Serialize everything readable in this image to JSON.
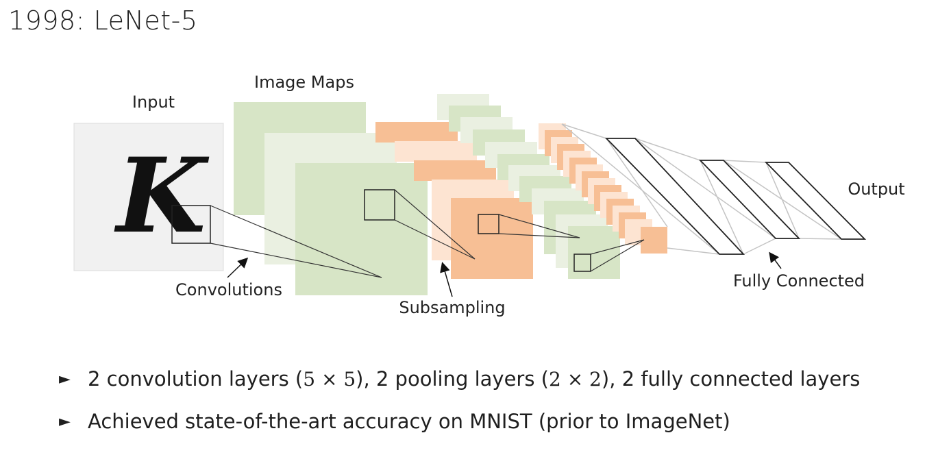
{
  "title": "1998: LeNet-5",
  "diagram": {
    "labels": {
      "input": "Input",
      "image_maps": "Image Maps",
      "output": "Output",
      "convolutions": "Convolutions",
      "subsampling": "Subsampling",
      "fully_connected": "Fully Connected"
    },
    "input_glyph": "K",
    "colors": {
      "input_bg": "#f1f1f1",
      "green_dark": "#d7e5c6",
      "green_light": "#eaf0e1",
      "orange_dark": "#f7bf95",
      "orange_light": "#fde4d2",
      "line": "#333333",
      "fc_line": "#c4c4c4"
    }
  },
  "bullets": [
    {
      "marker": "►",
      "text_before": "2 convolution layers (",
      "math1": "5 × 5",
      "text_middle": "), 2 pooling layers (",
      "math2": "2 × 2",
      "text_after": "), 2 fully connected layers"
    },
    {
      "marker": "►",
      "text": "Achieved state-of-the-art accuracy on MNIST (prior to ImageNet)"
    }
  ]
}
